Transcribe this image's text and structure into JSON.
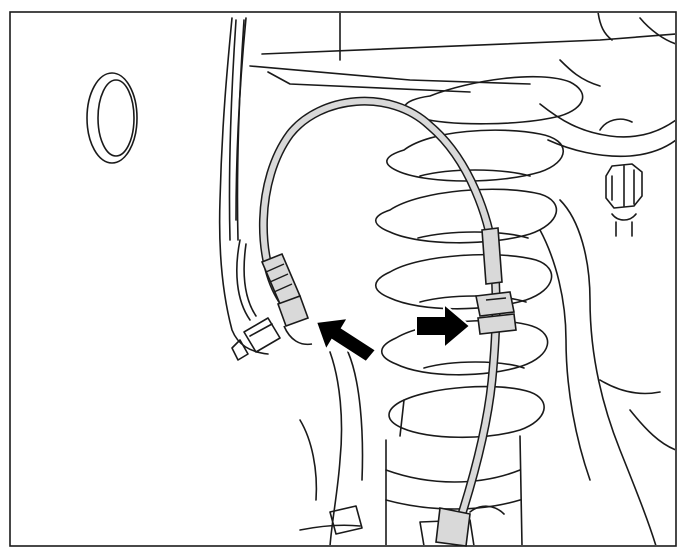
{
  "figure": {
    "subject": "wheel-speed-sensor-harness-on-suspension-strut",
    "callouts": [
      {
        "name": "harness-retainer-arrow",
        "direction": "up-left"
      },
      {
        "name": "clip-arrow",
        "direction": "right"
      }
    ],
    "colors": {
      "line": "#1a1a1a",
      "harness_fill": "#d9d9d9",
      "arrow_fill": "#000000",
      "background": "#ffffff"
    }
  }
}
